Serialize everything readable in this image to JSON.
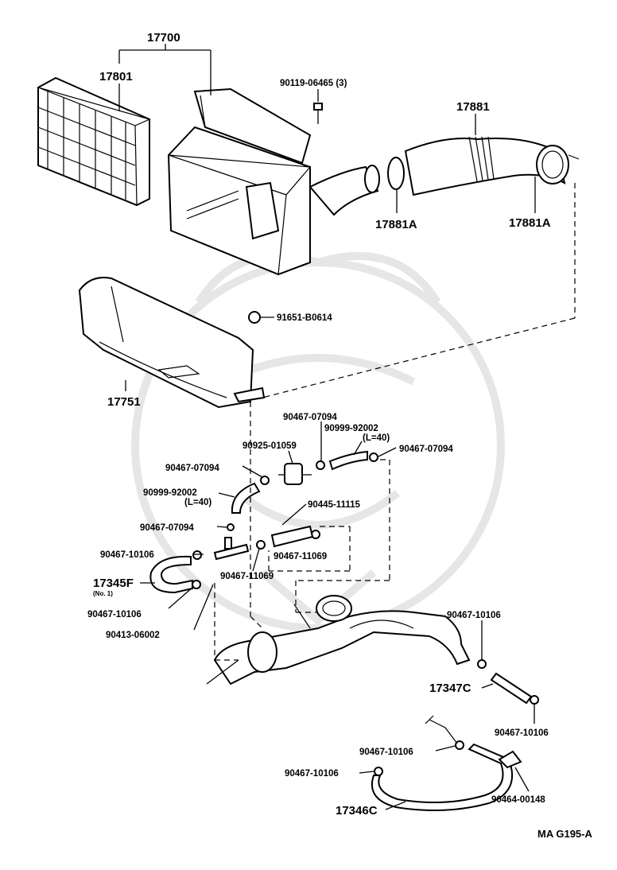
{
  "parts": {
    "p17700": "17700",
    "p17801": "17801",
    "p90119": "90119-06465 (3)",
    "p17881": "17881",
    "p17881a_1": "17881A",
    "p17881a_2": "17881A",
    "p91651": "91651-B0614",
    "p17751": "17751",
    "p90467_07094_a": "90467-07094",
    "p90999_92002_a": "90999-92002",
    "p90999_92002_a_len": "(L=40)",
    "p90925": "90925-01059",
    "p90467_07094_b": "90467-07094",
    "p90467_07094_c": "90467-07094",
    "p90999_92002_b": "90999-92002",
    "p90999_92002_b_len": "(L=40)",
    "p90467_07094_d": "90467-07094",
    "p90445": "90445-11115",
    "p90467_10106_a": "90467-10106",
    "p90467_11069_a": "90467-11069",
    "p90467_11069_b": "90467-11069",
    "p17345f": "17345F",
    "p17345f_no": "(No. 1)",
    "p90467_10106_b": "90467-10106",
    "p90413": "90413-06002",
    "p90467_10106_c": "90467-10106",
    "p17347c": "17347C",
    "p90467_10106_d": "90467-10106",
    "p90467_10106_e": "90467-10106",
    "p90467_10106_f": "90467-10106",
    "p90464": "90464-00148",
    "p17346c": "17346C"
  },
  "footer_code": "MA  G195-A"
}
